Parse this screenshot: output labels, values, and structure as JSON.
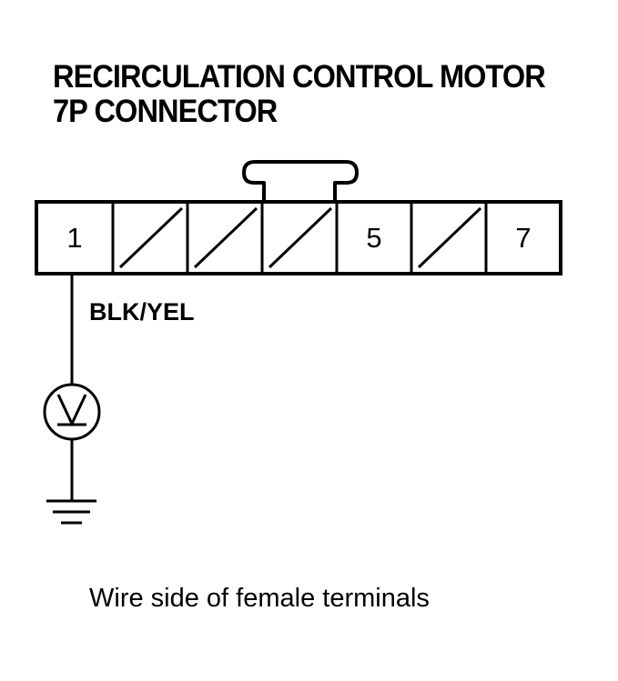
{
  "title": {
    "line1": "RECIRCULATION CONTROL MOTOR",
    "line2": "7P CONNECTOR"
  },
  "connector": {
    "pin_count": 7,
    "cells": [
      {
        "label": "1",
        "blank": false
      },
      {
        "label": "",
        "blank": true
      },
      {
        "label": "",
        "blank": true
      },
      {
        "label": "",
        "blank": true
      },
      {
        "label": "5",
        "blank": false
      },
      {
        "label": "",
        "blank": true
      },
      {
        "label": "7",
        "blank": false
      }
    ]
  },
  "wire": {
    "color_code": "BLK/YEL"
  },
  "meter": {
    "type": "voltmeter",
    "icon": "voltmeter-icon"
  },
  "ground": {
    "icon": "ground-icon"
  },
  "caption": "Wire side of female terminals"
}
